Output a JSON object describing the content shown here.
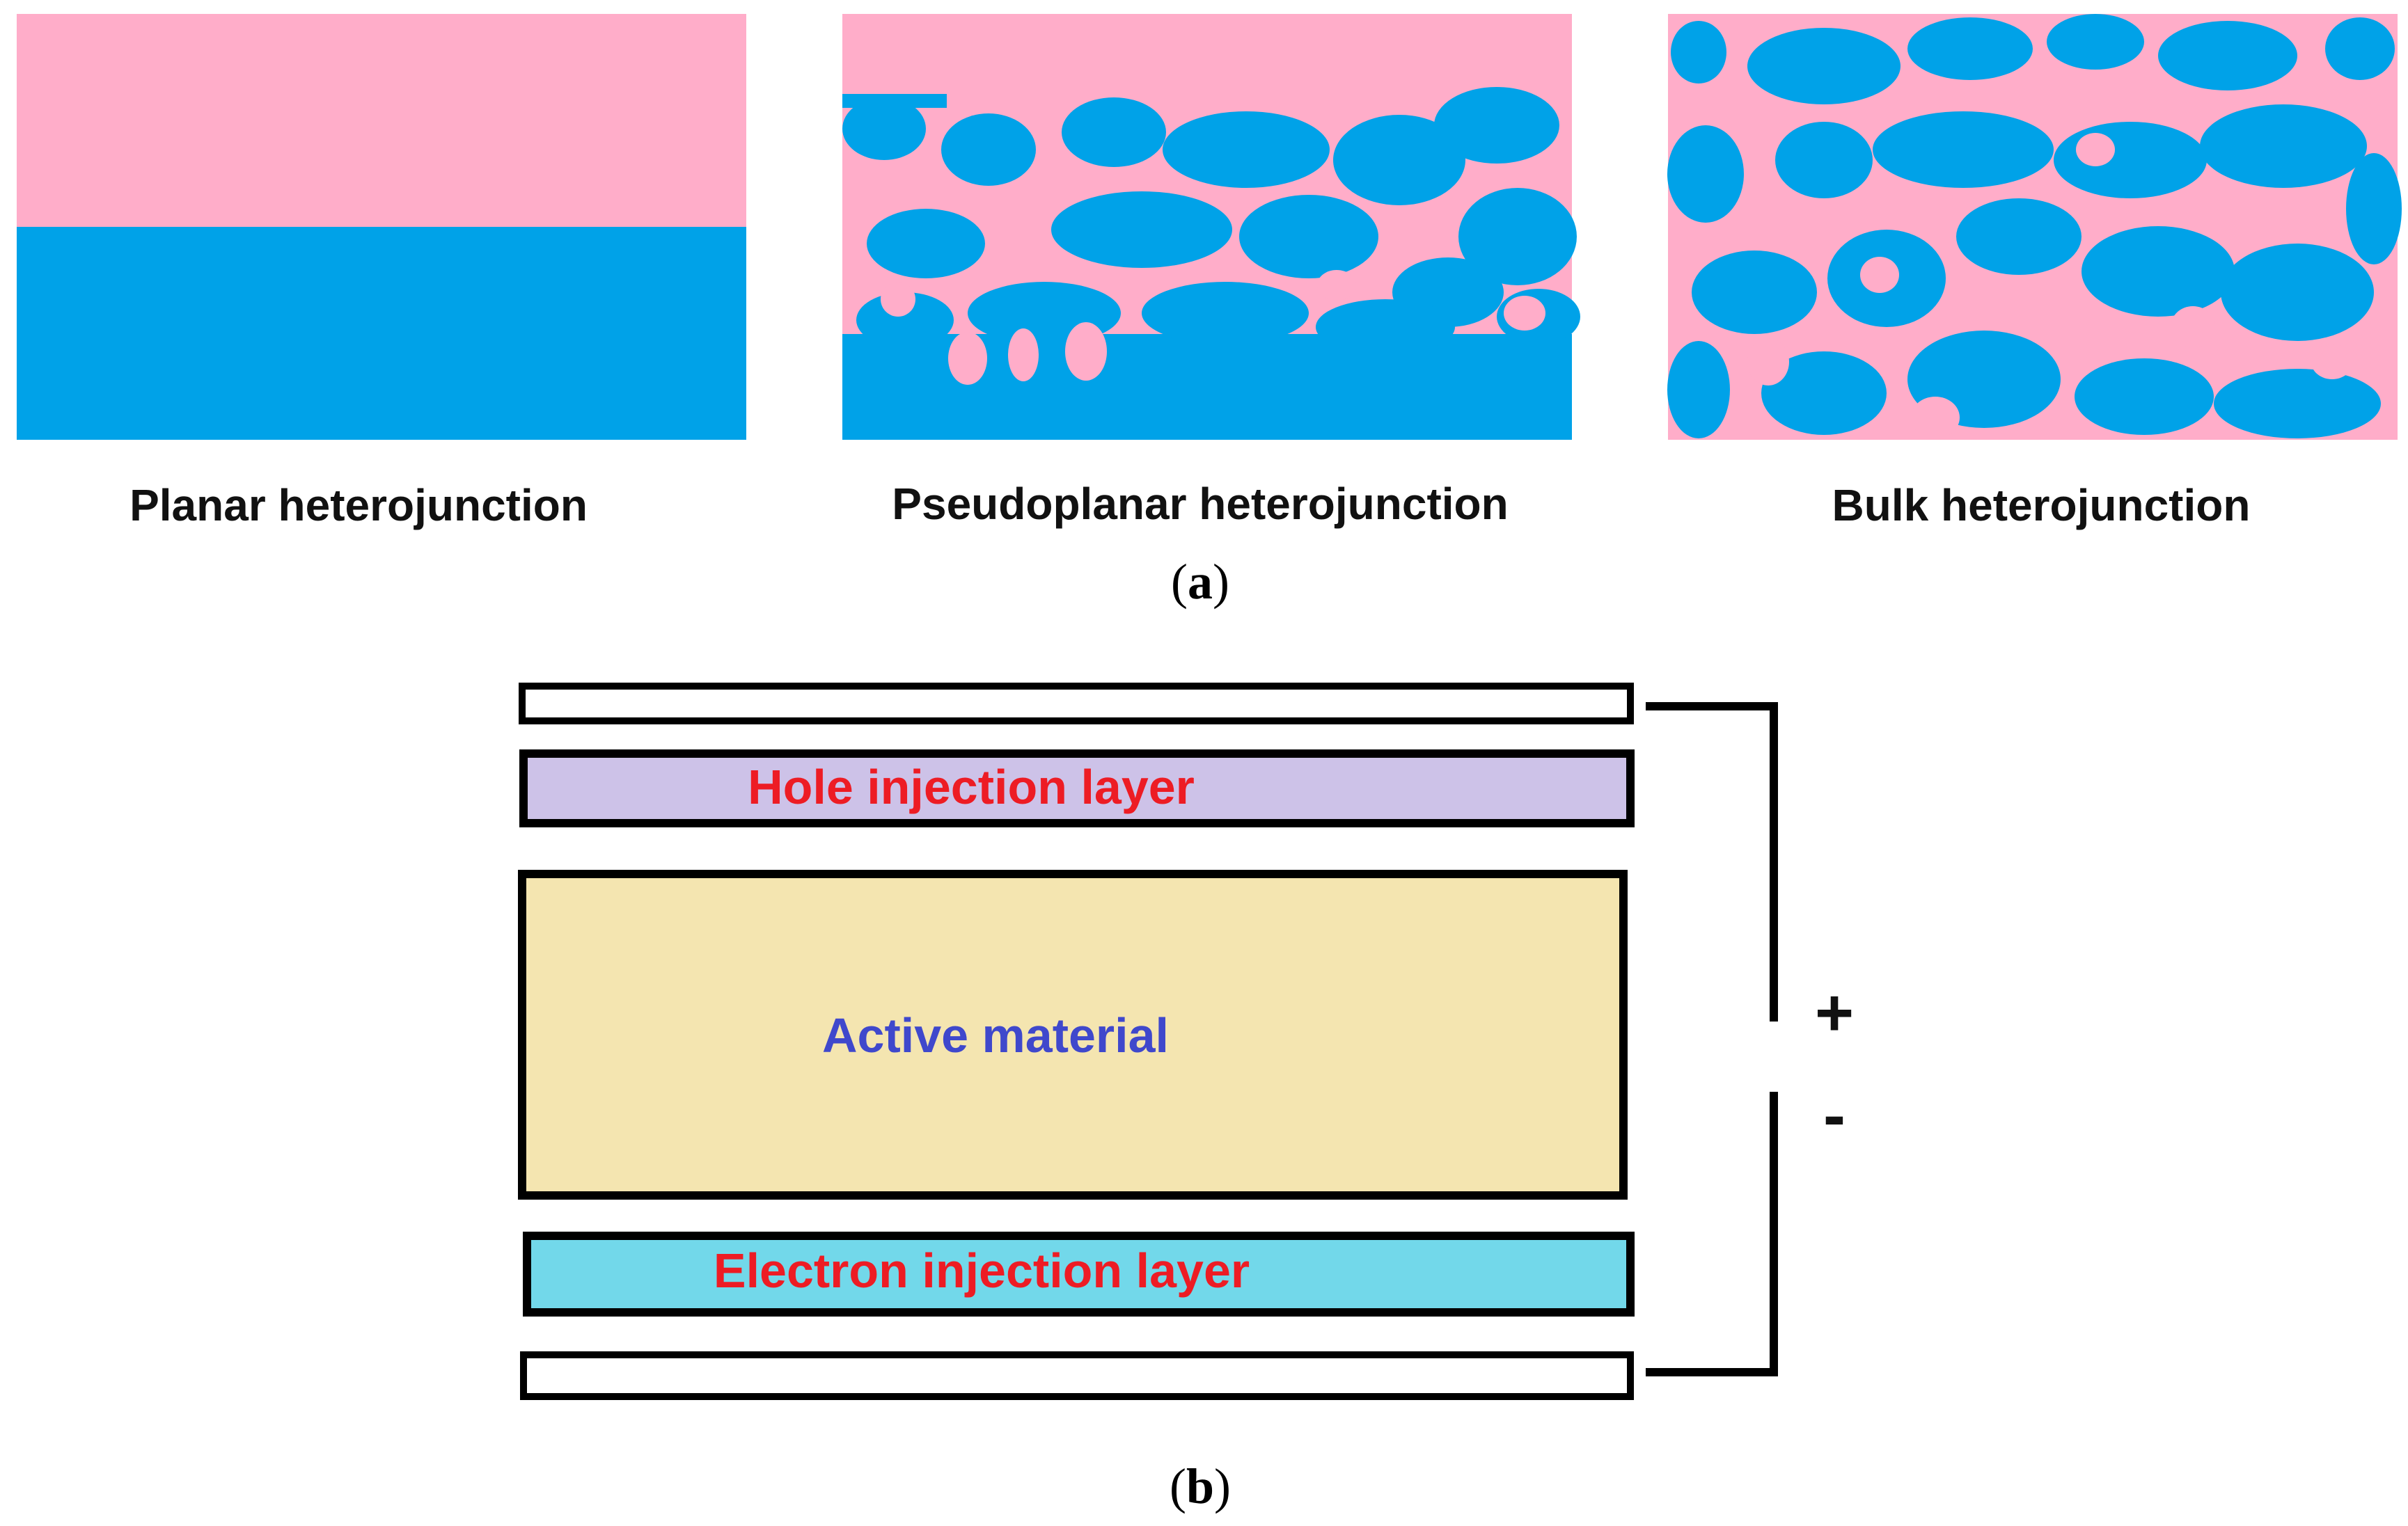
{
  "panel_a": {
    "panels": [
      {
        "label": "Planar heterojunction",
        "pattern": "planar"
      },
      {
        "label": "Pseudoplanar heterojunction",
        "pattern": "pseudoplanar"
      },
      {
        "label": "Bulk heterojunction",
        "pattern": "bulk"
      }
    ],
    "caption_pre": "(",
    "caption_letter": "a",
    "caption_post": ")"
  },
  "panel_b": {
    "hole_layer": "Hole injection layer",
    "active_layer": "Active material",
    "electron_layer": "Electron injection layer",
    "plus_sign": "+",
    "minus_sign": "-",
    "caption_pre": "(",
    "caption_letter": "b",
    "caption_post": ")"
  },
  "colors": {
    "donor_pink": "#ffadc9",
    "acceptor_blue": "#00a2e8",
    "hole_layer_fill": "#cdc2e8",
    "active_fill": "#f4e5b0",
    "electron_layer_fill": "#72d8ea",
    "red_text": "#ed1c24",
    "blue_text": "#3f48cc",
    "outline": "#000000"
  }
}
